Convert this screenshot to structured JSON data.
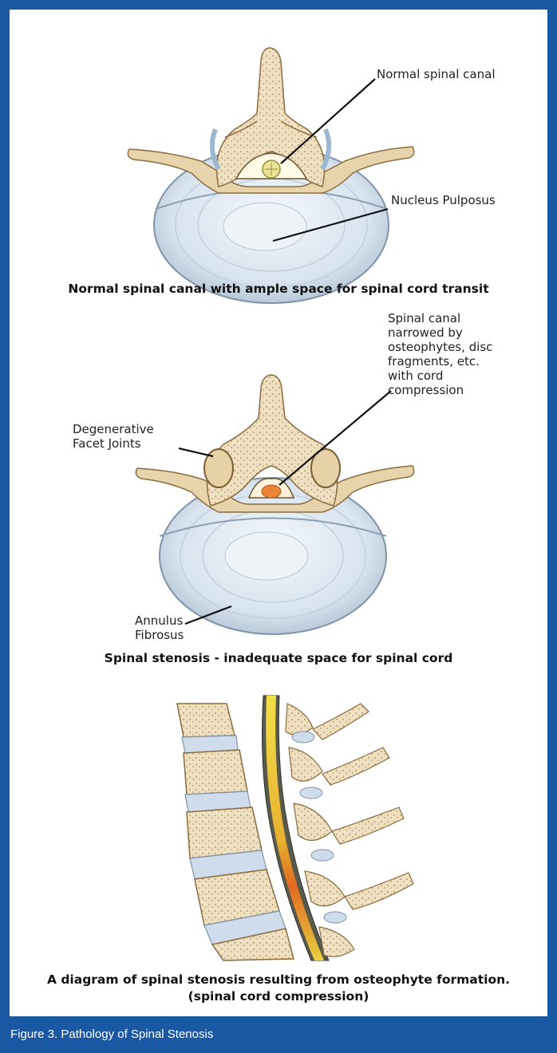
{
  "figure": {
    "footer_caption": "Figure 3. Pathology of Spinal Stenosis",
    "accent_color": "#1a58a3"
  },
  "normal": {
    "label_canal": "Normal spinal canal",
    "label_nucleus": "Nucleus Pulposus",
    "caption": "Normal spinal canal with ample space for spinal cord transit"
  },
  "stenosis": {
    "label_canal_lines": [
      "Spinal canal",
      "narrowed by",
      "osteophytes, disc",
      "fragments, etc.",
      "with cord",
      "compression"
    ],
    "label_facet_lines": [
      "Degenerative",
      "Facet Joints"
    ],
    "label_annulus_lines": [
      "Annulus",
      "Fibrosus"
    ],
    "caption": "Spinal stenosis - inadequate space for spinal cord"
  },
  "sagittal": {
    "caption_line1": "A diagram of spinal stenosis resulting from osteophyte formation.",
    "caption_line2": "(spinal cord compression)"
  }
}
